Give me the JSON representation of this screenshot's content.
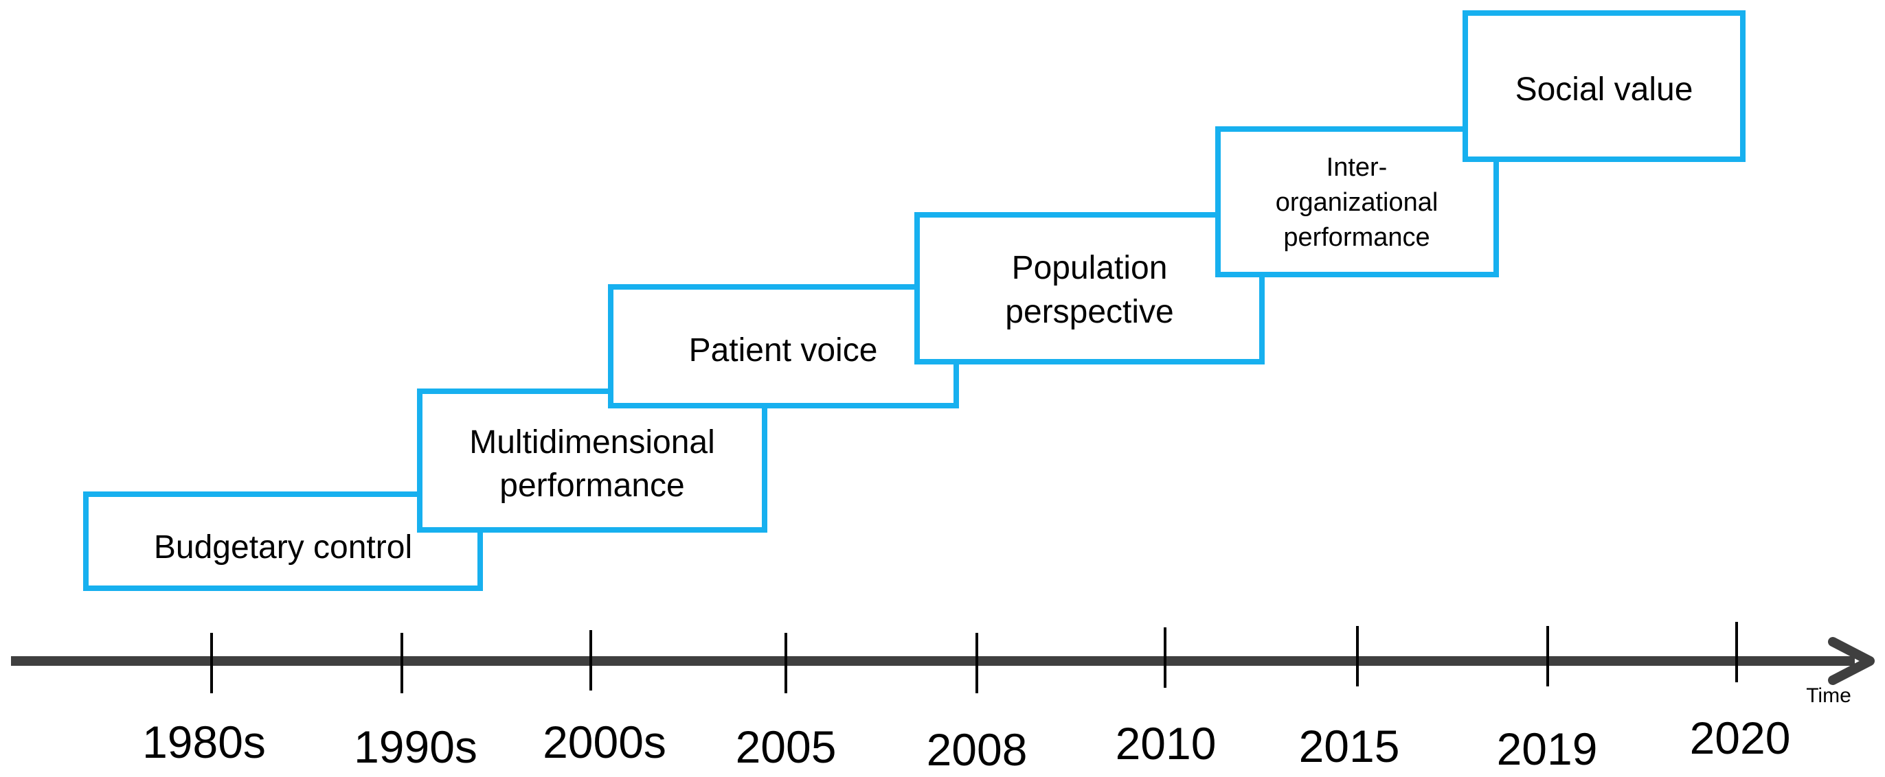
{
  "stages": [
    {
      "lines": [
        "Budgetary control"
      ]
    },
    {
      "lines": [
        "Multidimensional",
        "performance"
      ]
    },
    {
      "lines": [
        "Patient voice"
      ]
    },
    {
      "lines": [
        "Population",
        "perspective"
      ]
    },
    {
      "lines": [
        "Inter-",
        "organizational",
        "performance"
      ]
    },
    {
      "lines": [
        "Social value"
      ]
    }
  ],
  "timeline": {
    "axis_title": "Time",
    "years": [
      "1980s",
      "1990s",
      "2000s",
      "2005",
      "2008",
      "2010",
      "2015",
      "2019",
      "2020"
    ]
  },
  "colors": {
    "box_border": "#17b0ef",
    "axis": "#3f3f3f",
    "text": "#000000"
  }
}
